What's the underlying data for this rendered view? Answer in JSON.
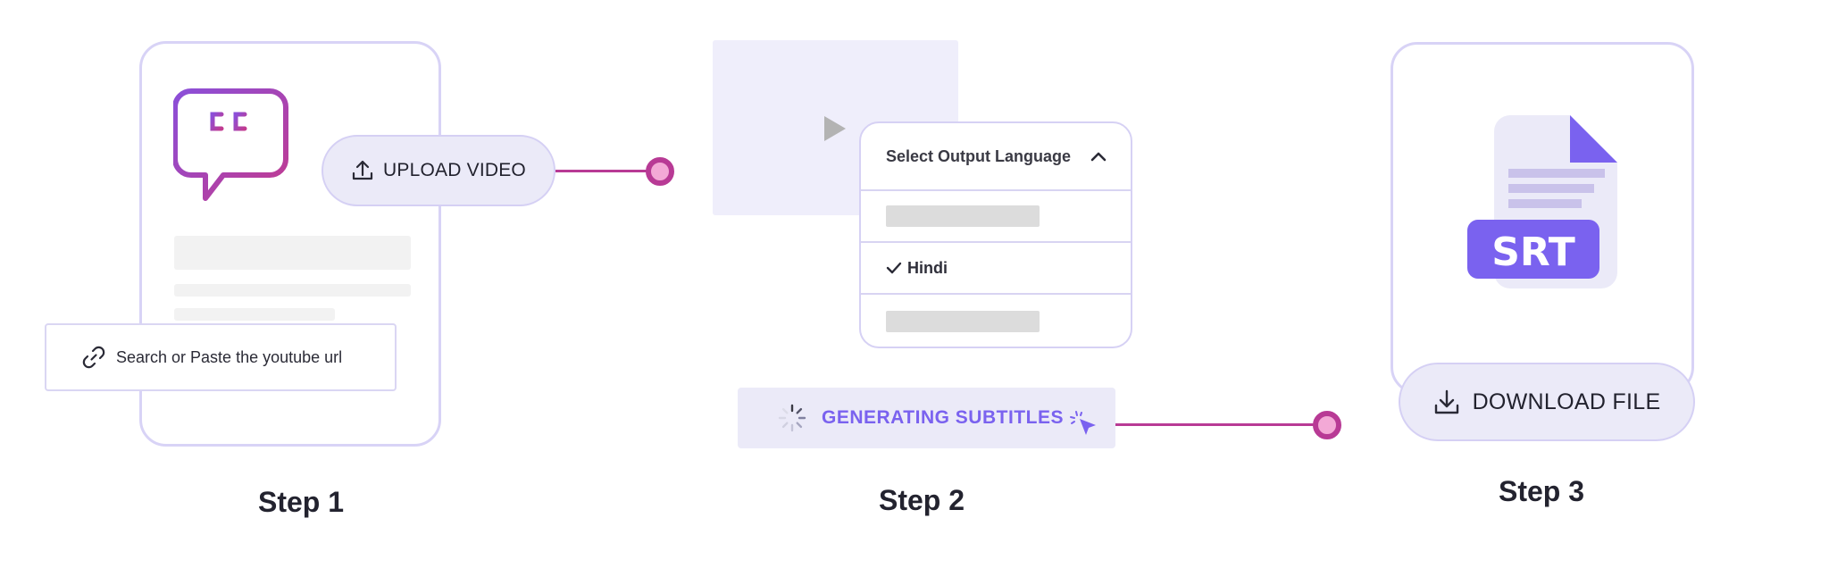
{
  "step1": {
    "label": "Step 1",
    "upload_button": "UPLOAD VIDEO",
    "search_placeholder": "Search or Paste the youtube url"
  },
  "step2": {
    "label": "Step 2",
    "dropdown": {
      "title": "Select Output Language",
      "selected_option": "Hindi"
    },
    "status": "GENERATING SUBTITLES"
  },
  "step3": {
    "label": "Step 3",
    "file_badge": "SRT",
    "download_button": "DOWNLOAD FILE"
  },
  "colors": {
    "accent_purple": "#7a62ef",
    "connector_magenta": "#b83a95",
    "card_border": "#d8d3f6",
    "pill_bg": "#ebeaf8"
  },
  "icons": [
    "closed-captions-icon",
    "upload-icon",
    "link-icon",
    "play-icon",
    "chevron-up-icon",
    "check-icon",
    "spinner-icon",
    "cursor-icon",
    "srt-file-icon",
    "download-icon"
  ]
}
